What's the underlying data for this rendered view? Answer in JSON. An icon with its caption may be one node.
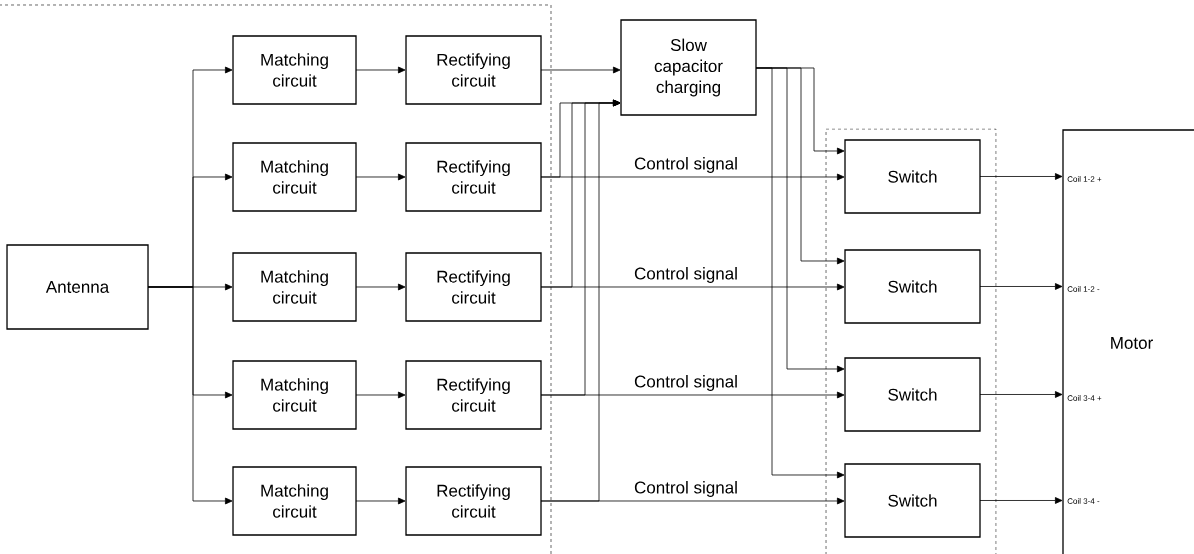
{
  "diagram": {
    "nodes": [
      {
        "text": [],
        "shape": "box"
      },
      {
        "text": [
          "Antenna"
        ],
        "in": 0
      },
      {
        "text": [
          "Matching circuit"
        ],
        "in": 0
      },
      {
        "text": [
          "Matching circuit"
        ],
        "in": 0
      },
      {
        "text": [
          "Matching circuit"
        ],
        "in": 0
      },
      {
        "text": [
          "Matching circuit"
        ],
        "in": 0
      },
      {
        "text": [
          "Matching circuit"
        ],
        "in": 0
      },
      {
        "text": [
          "Rectifying circuit"
        ],
        "in": 0
      },
      {
        "text": [
          "Rectifying circuit"
        ],
        "in": 0
      },
      {
        "text": [
          "Rectifying circuit"
        ],
        "in": 0
      },
      {
        "text": [
          "Rectifying circuit"
        ],
        "in": 0
      },
      {
        "text": [
          "Rectifying circuit"
        ],
        "in": 0
      },
      {
        "text": [
          "Slow capacitor charging"
        ]
      },
      {
        "text": [],
        "shape": "box"
      },
      {
        "text": [
          "Switch"
        ],
        "in": 13
      },
      {
        "text": [
          "Switch"
        ],
        "in": 13
      },
      {
        "text": [
          "Switch"
        ],
        "in": 13
      },
      {
        "text": [
          "Switch"
        ],
        "in": 13
      },
      {
        "text": [
          "Motor"
        ]
      }
    ],
    "edges": [
      {
        "from": 1,
        "to": 2,
        "arrow": "to"
      },
      {
        "from": 1,
        "to": 3,
        "arrow": "to"
      },
      {
        "from": 1,
        "to": 4,
        "arrow": "to"
      },
      {
        "from": 1,
        "to": 5,
        "arrow": "to"
      },
      {
        "from": 1,
        "to": 6,
        "arrow": "to"
      },
      {
        "from": 2,
        "to": 7,
        "arrow": "to"
      },
      {
        "from": 3,
        "to": 8,
        "arrow": "to"
      },
      {
        "from": 4,
        "to": 9,
        "arrow": "to"
      },
      {
        "from": 5,
        "to": 10,
        "arrow": "to"
      },
      {
        "from": 6,
        "to": 11,
        "arrow": "to"
      },
      {
        "from": 7,
        "to": 12,
        "arrow": "to"
      },
      {
        "from": 8,
        "to": 12,
        "arrow": "to"
      },
      {
        "from": 9,
        "to": 12,
        "arrow": "to"
      },
      {
        "from": 10,
        "to": 12,
        "arrow": "to"
      },
      {
        "from": 11,
        "to": 12,
        "arrow": "to"
      },
      {
        "from": 8,
        "to": 14,
        "arrow": "to",
        "label": "Control signal"
      },
      {
        "from": 9,
        "to": 15,
        "arrow": "to",
        "label": "Control signal"
      },
      {
        "from": 10,
        "to": 16,
        "arrow": "to",
        "label": "Control signal"
      },
      {
        "from": 11,
        "to": 17,
        "arrow": "to",
        "label": "Control signal"
      },
      {
        "from": 12,
        "to": 14,
        "arrow": "to"
      },
      {
        "from": 12,
        "to": 15,
        "arrow": "to"
      },
      {
        "from": 12,
        "to": 16,
        "arrow": "to"
      },
      {
        "from": 12,
        "to": 17,
        "arrow": "to"
      },
      {
        "from": 14,
        "to": 18,
        "arrow": "to"
      },
      {
        "from": 15,
        "to": 18,
        "arrow": "to"
      },
      {
        "from": 16,
        "to": 18,
        "arrow": "to"
      },
      {
        "from": 17,
        "to": 18,
        "arrow": "to"
      }
    ],
    "labels": [
      "Coil 1-2 +",
      "Coil 1-2 -",
      "Coil 3-4 +",
      "Coil 3-4 -"
    ]
  }
}
